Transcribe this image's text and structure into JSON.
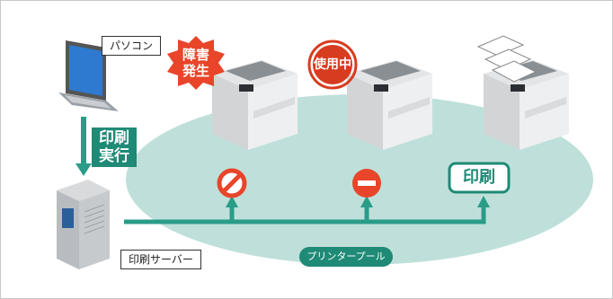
{
  "labels": {
    "pc": "パソコン",
    "print_exec_line1": "印刷",
    "print_exec_line2": "実行",
    "server": "印刷サーバー",
    "pool": "プリンタープール",
    "error_line1": "障害",
    "error_line2": "発生",
    "in_use": "使用中",
    "print": "印刷"
  },
  "colors": {
    "pool": "#bfe0da",
    "line": "#2a9c88",
    "dark_green": "#1f8a76",
    "error": "#e8452a",
    "in_use_ring": "#d83c1f"
  },
  "icons": [
    "laptop-icon",
    "server-icon",
    "printer-icon",
    "paper-stack-icon",
    "prohibited-icon",
    "no-entry-icon",
    "starburst-icon"
  ]
}
